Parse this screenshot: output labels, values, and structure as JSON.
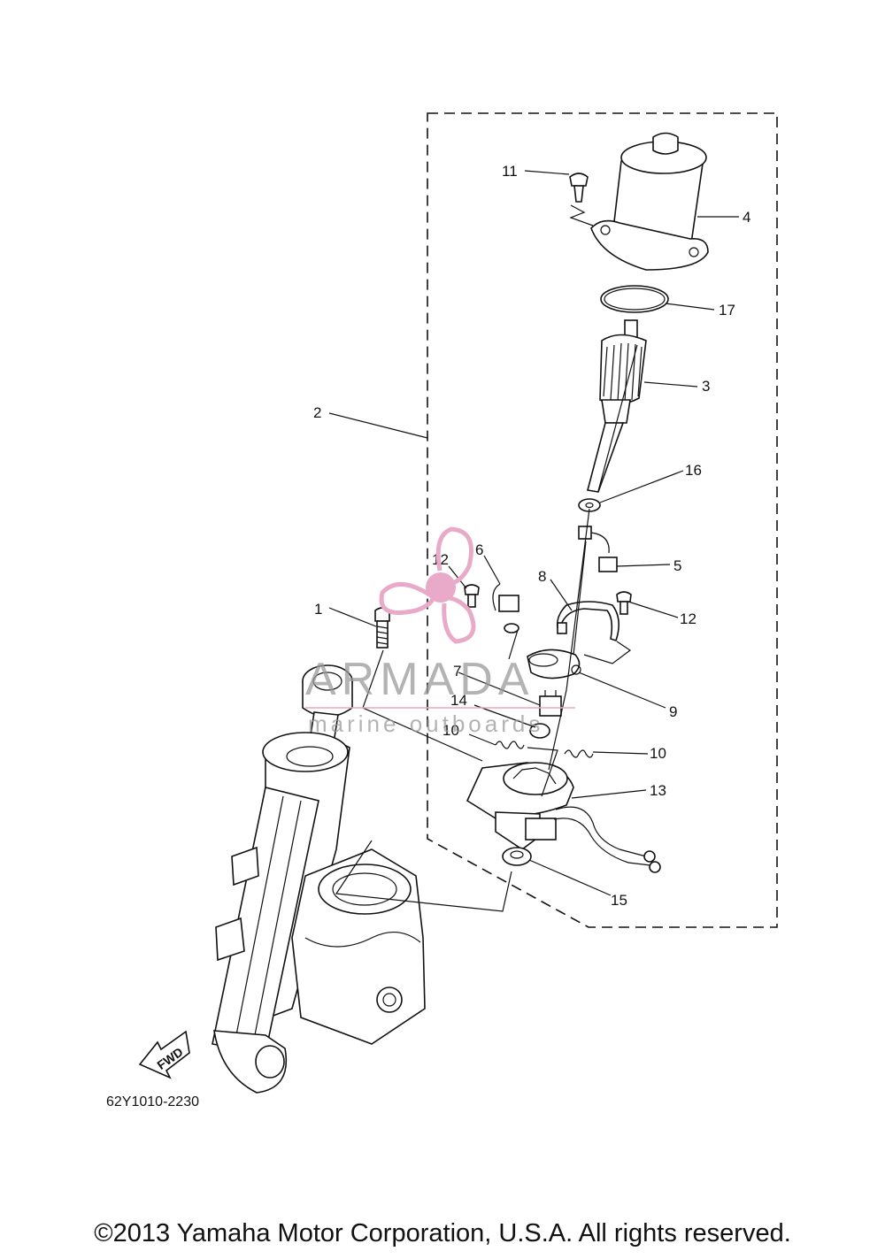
{
  "callouts": {
    "c1": "1",
    "c2": "2",
    "c3": "3",
    "c4": "4",
    "c5": "5",
    "c6": "6",
    "c7": "7",
    "c8": "8",
    "c9": "9",
    "c10a": "10",
    "c10b": "10",
    "c11": "11",
    "c12a": "12",
    "c12b": "12",
    "c13": "13",
    "c14": "14",
    "c15": "15",
    "c16": "16",
    "c17": "17"
  },
  "diagram_code": "62Y1010-2230",
  "fwd_label": "FWD",
  "watermark": {
    "brand": "ARMADA",
    "tagline": "marine outboards",
    "accent_color": "#e9a9c8",
    "text_color": "#9a9a9a"
  },
  "copyright": "©2013 Yamaha Motor Corporation, U.S.A. All rights reserved."
}
